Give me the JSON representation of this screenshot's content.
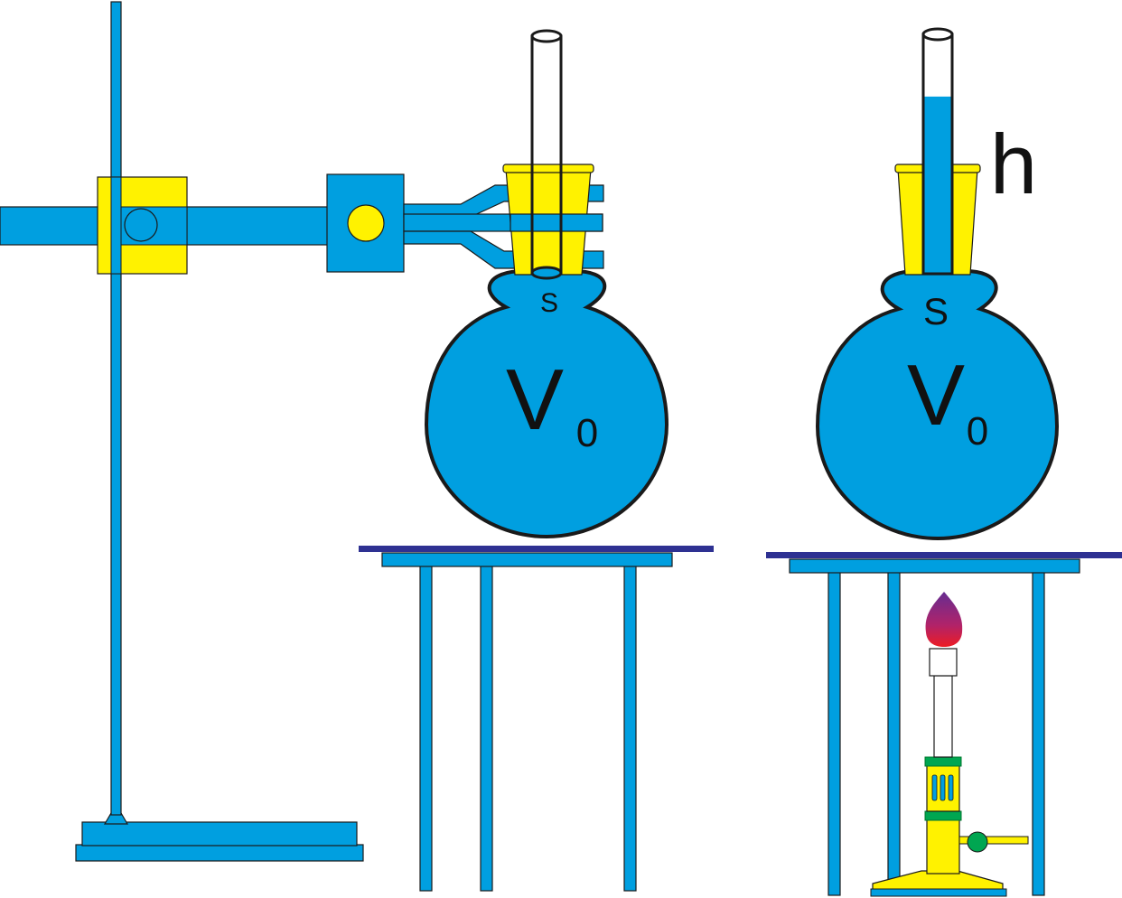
{
  "labels": {
    "left_opening": "S",
    "left_volume_main": "V",
    "left_volume_sub": "0",
    "right_opening": "S",
    "right_volume_main": "V",
    "right_volume_sub": "0",
    "height": "h"
  },
  "colors": {
    "blue": "#009fe0",
    "yellow": "#fff200",
    "outline": "#1a1a1a",
    "table_top": "#2e3192",
    "burner_green": "#00a651",
    "burner_green_dark": "#00772d",
    "flame_top": "#662d91",
    "flame_bottom": "#ed1c24"
  },
  "icons": {
    "stand": "ring-stand-icon",
    "clamp": "clamp-icon",
    "flask": "round-bottom-flask-icon",
    "tube": "glass-tube-icon",
    "burner": "bunsen-burner-icon",
    "flame": "flame-icon"
  },
  "right_tube_liquid_level": 0.26
}
